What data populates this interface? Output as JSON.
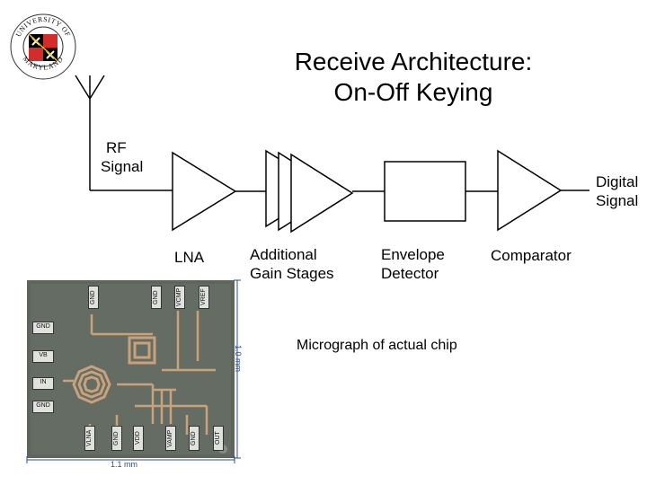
{
  "logo": {
    "text_top": "UNIVERSITY OF",
    "text_bottom": "MARYLAND",
    "colors": [
      "#d42b2b",
      "#f5c518",
      "#000000",
      "#ffffff"
    ]
  },
  "title": {
    "line1": "Receive Architecture:",
    "line2": "On-Off Keying"
  },
  "diagram": {
    "input_label_line1": "RF",
    "input_label_line2": "Signal",
    "output_label_line1": "Digital",
    "output_label_line2": "Signal",
    "stages": [
      {
        "line1": "LNA",
        "line2": ""
      },
      {
        "line1": "Additional",
        "line2": "Gain Stages"
      },
      {
        "line1": "Envelope",
        "line2": "Detector"
      },
      {
        "line1": "Comparator",
        "line2": ""
      }
    ]
  },
  "chip": {
    "caption": "Micrograph of actual chip",
    "width_label": "1.1 mm",
    "height_label": "1.0 mm",
    "pads_top": [
      "GND",
      "GND",
      "VCMP",
      "VREF"
    ],
    "pads_left": [
      "GND",
      "VB",
      "IN",
      "GND"
    ],
    "pads_bottom": [
      "VLNA",
      "GND",
      "VDD",
      "VAMP",
      "GND",
      "OUT"
    ]
  }
}
